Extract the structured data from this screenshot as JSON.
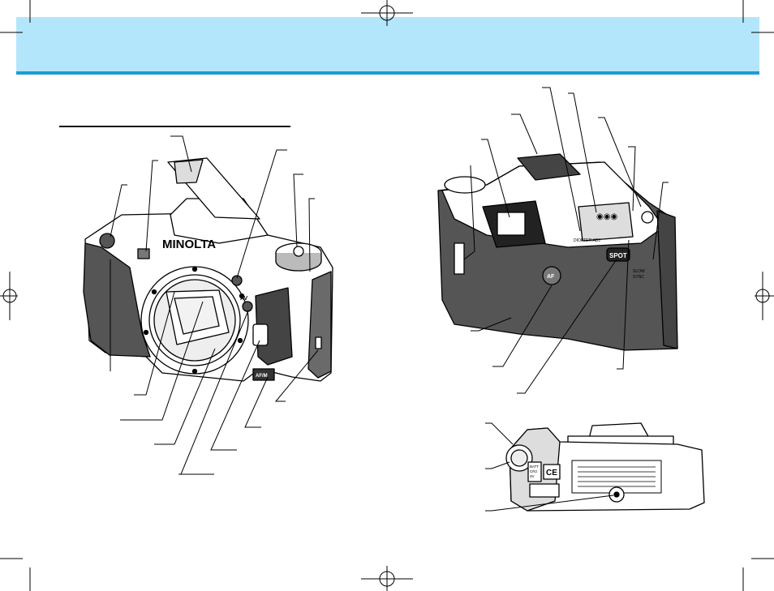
{
  "page": {
    "header_color": "#b4e6fb",
    "header_rule_color": "#1f9bd6"
  },
  "front_view": {
    "brand": "MINOLTA",
    "av_label": "AV",
    "af_m_switch": "AF/M"
  },
  "rear_view": {
    "af_button": "AF",
    "spot_button": "SPOT",
    "spot_sublabel_1": "SLOW",
    "spot_sublabel_2": "SYNC",
    "eyepiece_caption": "DIOPTER ADJ"
  },
  "bottom_view": {
    "ce_mark": "CE",
    "batt_label_1": "BATT",
    "batt_label_2": "CR2",
    "batt_label_3": "3V"
  },
  "icons": [
    "crop-mark-icon",
    "registration-target-icon",
    "camera-front-illustration",
    "camera-rear-illustration",
    "camera-bottom-illustration"
  ]
}
